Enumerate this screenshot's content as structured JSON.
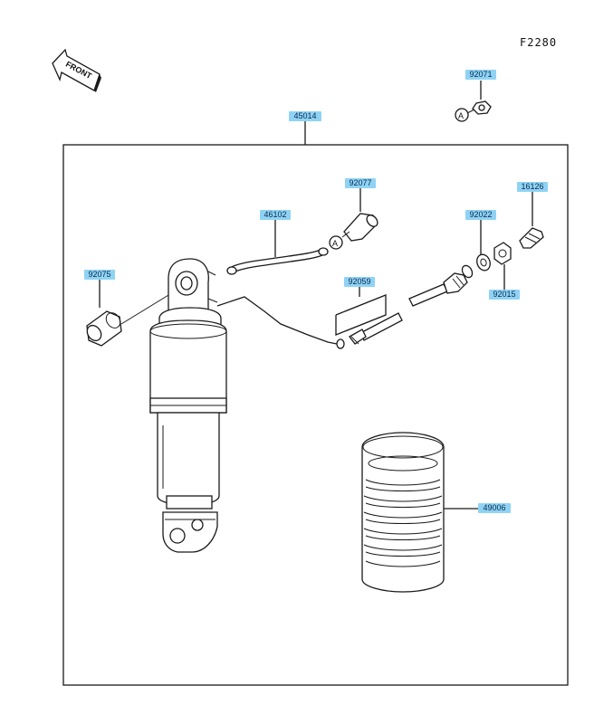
{
  "figure_code": "F2280",
  "front_label": "FRONT",
  "link_marker": "A",
  "accent_color": "#8fd3f4",
  "callouts": [
    {
      "id": "92071",
      "label": "92071"
    },
    {
      "id": "45014",
      "label": "45014"
    },
    {
      "id": "92077",
      "label": "92077"
    },
    {
      "id": "16126",
      "label": "16126"
    },
    {
      "id": "46102",
      "label": "46102"
    },
    {
      "id": "92022",
      "label": "92022"
    },
    {
      "id": "92075",
      "label": "92075"
    },
    {
      "id": "92059",
      "label": "92059"
    },
    {
      "id": "92015",
      "label": "92015"
    },
    {
      "id": "49006",
      "label": "49006"
    }
  ]
}
